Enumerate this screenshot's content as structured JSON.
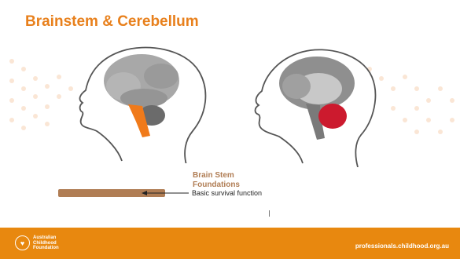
{
  "slide": {
    "title": "Brainstem & Cerebellum"
  },
  "legend": {
    "title_line1": "Brain Stem",
    "title_line2": "Foundations",
    "description": "Basic survival function",
    "bar_color": "#b07d54"
  },
  "footer": {
    "logo_line1": "Australian",
    "logo_line2": "Childhood",
    "logo_line3": "Foundation",
    "logo_icon": "heart-icon",
    "url": "professionals.childhood.org.au",
    "background_color": "#e8880f"
  },
  "colors": {
    "title": "#e8801c",
    "brainstem_highlight": "#f07a1a",
    "cerebellum_highlight": "#cc1a2e",
    "brain_gray": "#a8a8a8"
  }
}
